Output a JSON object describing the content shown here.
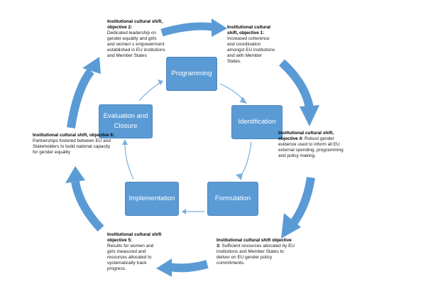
{
  "phases": {
    "programming": "Programming",
    "identification": "Identification",
    "formulation": "Formulation",
    "implementation": "Implementation",
    "evaluation": "Evaluation and Closure"
  },
  "objectives": {
    "obj2": {
      "title": "Institutional cultural shift, objective 2:",
      "text": "Dedicated leadership on gender equality and girls and women´s empowerment established in EU institutions and Member States"
    },
    "obj1": {
      "title": "Institutional cultural shift, objective 1:",
      "text": "Increased coherence and coordination amongst EU institutions and with Member States."
    },
    "obj4": {
      "title": "Institutional cultural shift, objective 4:",
      "text": "Robust gender evidence used to inform all EU external spending, programming and policy making."
    },
    "obj6": {
      "title": "Institutional cultural shift, objective 6:",
      "text": "Partnerships fostered between EU and Stakeholders to build national capacity for gender equality"
    },
    "obj5": {
      "title": "Institutional cultural shift objective 5:",
      "text": "Results for women and girls measured and resources allocated to systematically track progress."
    },
    "obj3": {
      "title": "Institutional cultural shift objective 3:",
      "text": "Sufficient resources allocated by EU institutions and Member States to deliver on EU gender policy commitments."
    }
  },
  "colors": {
    "phase_fill": "#5b9bd5",
    "big_arrow": "#5b9bd5",
    "small_arrow": "#7ab0e0"
  }
}
